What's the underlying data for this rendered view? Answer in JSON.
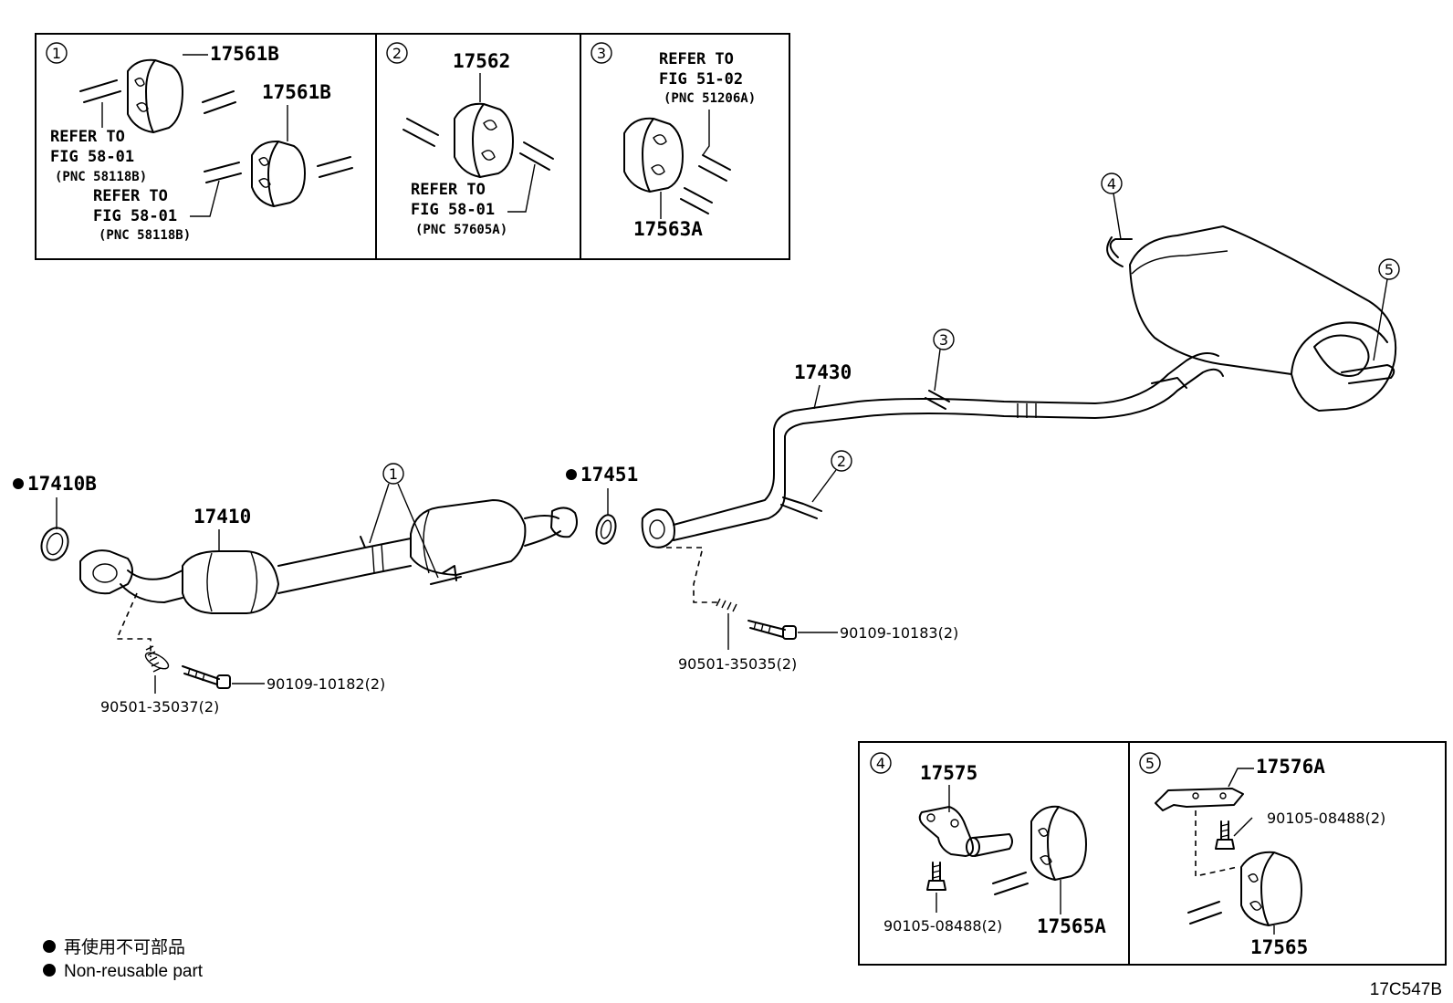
{
  "figure_code": "17C547B",
  "legend": {
    "cn": "再使用不可部品",
    "en": "Non-reusable part"
  },
  "insets": {
    "inset1": {
      "callout": "1",
      "part_a": "17561B",
      "part_b": "17561B",
      "ref1_l1": "REFER TO",
      "ref1_l2": "FIG 58-01",
      "ref1_l3": "(PNC 58118B)",
      "ref2_l1": "REFER TO",
      "ref2_l2": "FIG 58-01",
      "ref2_l3": "(PNC 58118B)"
    },
    "inset2": {
      "callout": "2",
      "part": "17562",
      "ref_l1": "REFER TO",
      "ref_l2": "FIG 58-01",
      "ref_l3": "(PNC 57605A)"
    },
    "inset3": {
      "callout": "3",
      "part": "17563A",
      "ref_l1": "REFER TO",
      "ref_l2": "FIG 51-02",
      "ref_l3": "(PNC 51206A)"
    },
    "inset4": {
      "callout": "4",
      "bracket": "17575",
      "bolt": "90105-08488(2)",
      "hanger": "17565A"
    },
    "inset5": {
      "callout": "5",
      "bracket": "17576A",
      "bolt": "90105-08488(2)",
      "hanger": "17565"
    }
  },
  "main": {
    "gasket_front": "17410B",
    "front_pipe": "17410",
    "gasket_center": "17451",
    "tail_pipe": "17430",
    "bolt_front": "90109-10182(2)",
    "spring_front": "90501-35037(2)",
    "bolt_rear": "90109-10183(2)",
    "spring_rear": "90501-35035(2)",
    "callout_1": "1",
    "callout_2": "2",
    "callout_3": "3",
    "callout_4": "4",
    "callout_5": "5"
  }
}
